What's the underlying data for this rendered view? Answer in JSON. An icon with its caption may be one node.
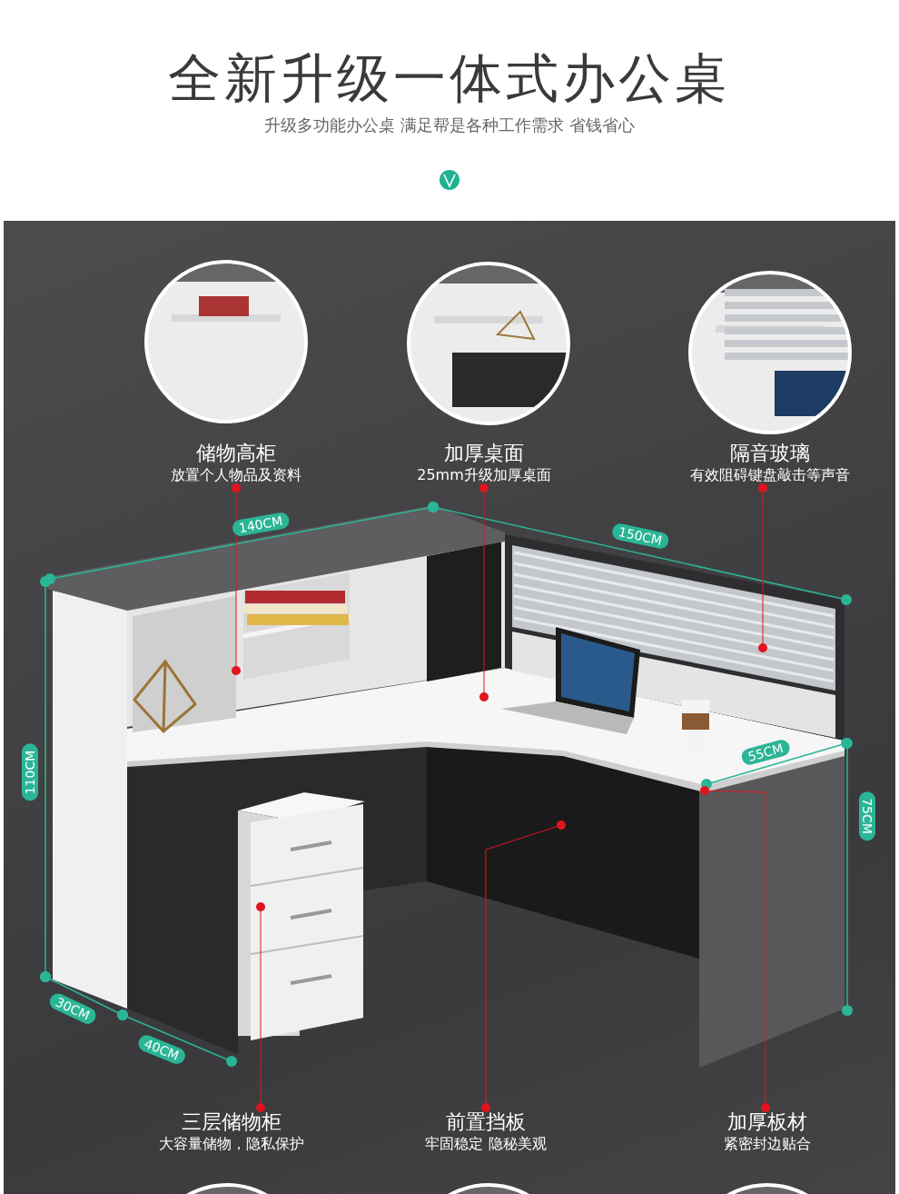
{
  "diagram": {
    "title": "全新升级一体式办公桌",
    "nodes": [
      {
        "text": [
          "储物高柜",
          "放置个人物品及资料"
        ]
      },
      {
        "text": [
          "加厚桌面",
          "25mm升级加厚桌面"
        ]
      },
      {
        "text": [
          "隔音玻璃",
          "有效阻碍键盘敲击等声音"
        ]
      },
      {
        "text": [
          "三层储物柜",
          "大容量储物，隐私保护"
        ]
      },
      {
        "text": [
          "前置挡板",
          "牢固稳定 隐秘美观"
        ]
      },
      {
        "text": [
          "加厚板材",
          "紧密封边贴合"
        ]
      },
      {
        "text": [],
        "shape": "box"
      },
      {
        "text": [],
        "shape": "box"
      },
      {
        "text": [],
        "shape": "box"
      },
      {
        "text": [],
        "shape": "box"
      },
      {
        "text": [],
        "shape": "box"
      },
      {
        "text": [],
        "shape": "box"
      }
    ],
    "edges": [
      {
        "from": 0,
        "to": 6,
        "arrow": "other"
      },
      {
        "from": 1,
        "to": 7,
        "arrow": "other"
      },
      {
        "from": 2,
        "to": 8,
        "arrow": "other"
      },
      {
        "from": 3,
        "to": 9,
        "arrow": "other"
      },
      {
        "from": 4,
        "to": 10,
        "arrow": "other"
      },
      {
        "from": 5,
        "to": 11,
        "arrow": "other"
      }
    ],
    "labels": [
      "升级多功能办公桌 满足帮是各种工作需求 省钱省心",
      "140CM",
      "150CM",
      "55CM",
      "110CM",
      "75CM",
      "30CM",
      "40CM"
    ]
  }
}
